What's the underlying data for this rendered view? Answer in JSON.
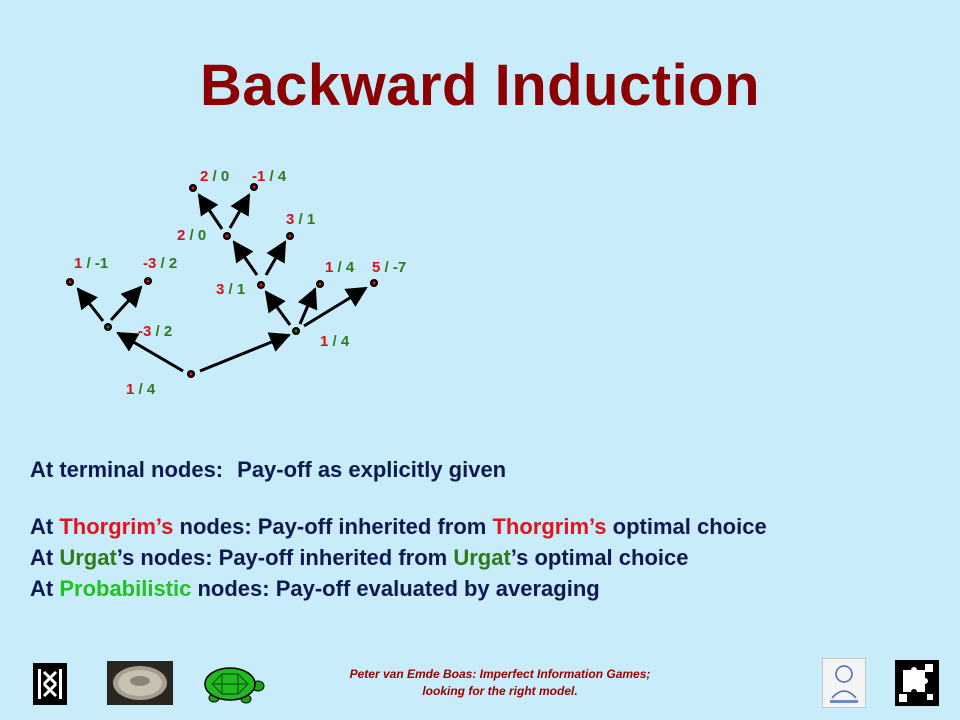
{
  "title": "Backward Induction",
  "tree": {
    "nodes": {
      "root": {
        "val": "1 / 4"
      },
      "left": {
        "val": "-3 / 2"
      },
      "left_leaf1": {
        "val": "1 / -1"
      },
      "left_leaf2": {
        "val": "-3 / 2"
      },
      "right": {
        "val": "1 / 4"
      },
      "right_mid": {
        "val": "3 / 1"
      },
      "right_leaf2": {
        "val": "1 / 4"
      },
      "right_leaf3": {
        "val": "5 / -7"
      },
      "mid_inner": {
        "val": "2 / 0"
      },
      "mid_leaf": {
        "val": "3 / 1"
      },
      "top_leaf1": {
        "val": "2 / 0"
      },
      "top_leaf2": {
        "val": "-1 / 4"
      }
    }
  },
  "text": {
    "terminal_prefix": "At terminal nodes:",
    "terminal_desc": "Pay-off as explicitly given",
    "thorgrim_line": {
      "a": "At ",
      "name": "Thorgrim’s",
      "b": " nodes:  Pay-off inherited from ",
      "c": " optimal choice"
    },
    "urgat_line": {
      "a": "At ",
      "name": "Urgat",
      "b": "’s nodes:  Pay-off inherited from ",
      "c": "’s optimal choice"
    },
    "prob_line": {
      "a": "At ",
      "name": "Probabilistic",
      "b": " nodes: Pay-off evaluated by averaging"
    }
  },
  "footer": {
    "line1": "Peter van Emde Boas: Imperfect Information Games;",
    "line2": "looking for the right model."
  },
  "colors": {
    "thorgrim": "#e0141c",
    "urgat": "#2e7a1c",
    "probabilistic": "#1fc21f",
    "title": "#8b0000"
  },
  "logos": [
    "uva-logo",
    "coin-logo",
    "turtle-logo",
    "drawing-logo",
    "puzzle-logo"
  ]
}
